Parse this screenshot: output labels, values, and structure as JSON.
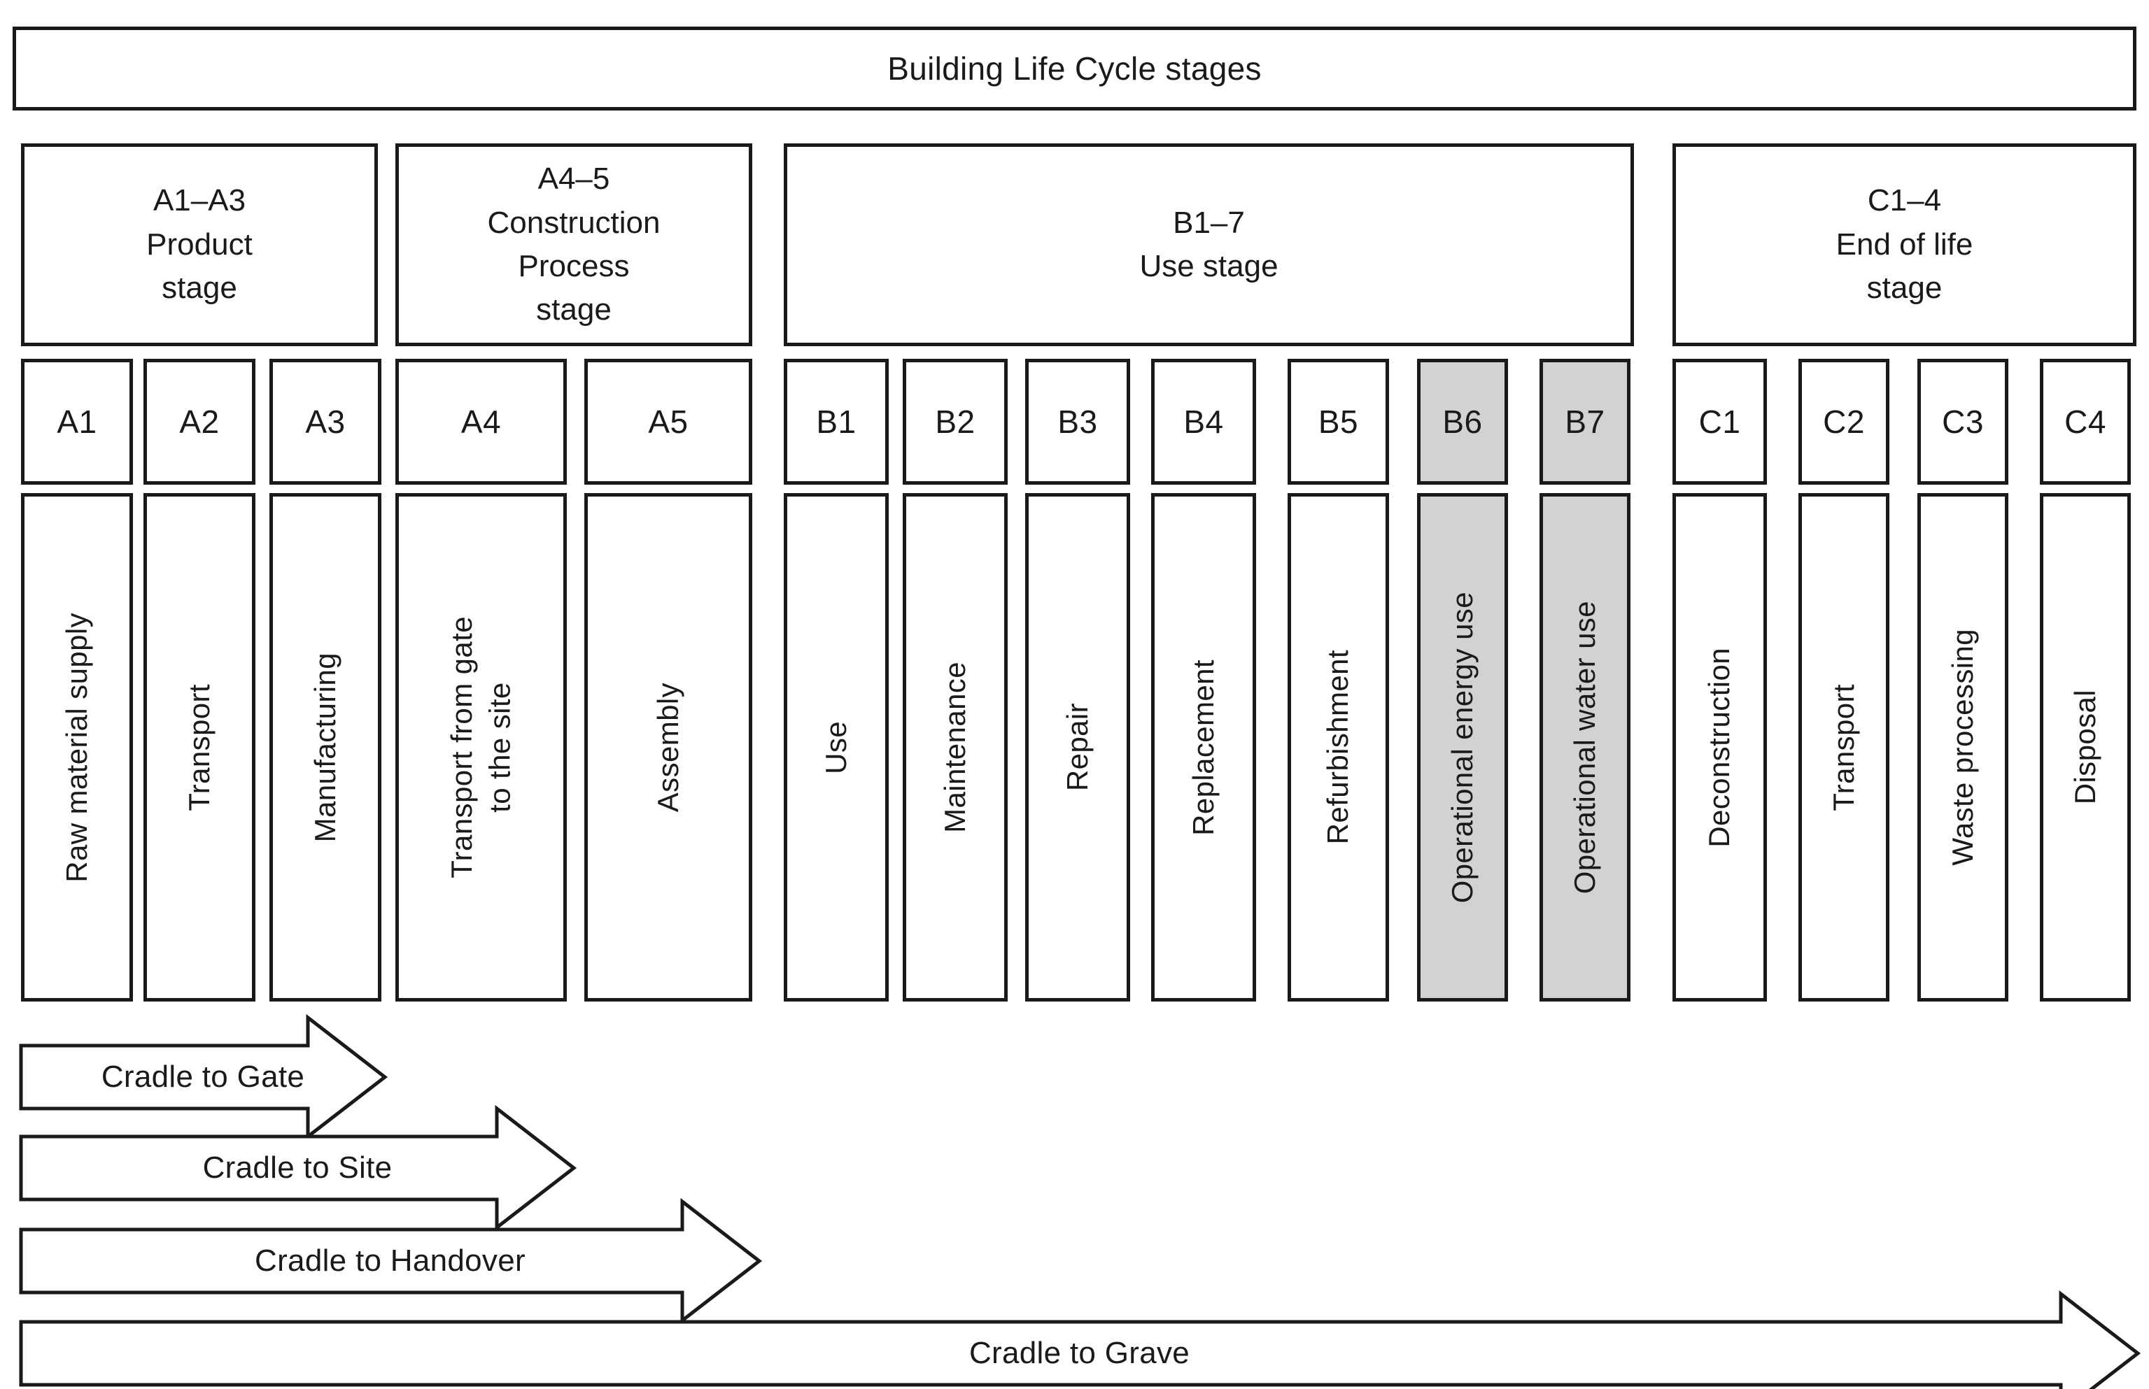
{
  "title": {
    "text": "Building Life Cycle stages"
  },
  "group_headers": [
    {
      "id": "a1-a3",
      "lines": [
        "A1–A3",
        "Product",
        "stage"
      ]
    },
    {
      "id": "a4-5",
      "lines": [
        "A4–5",
        "Construction",
        "Process",
        "stage"
      ]
    },
    {
      "id": "b1-7",
      "lines": [
        "B1–7",
        "Use stage"
      ]
    },
    {
      "id": "c1-4",
      "lines": [
        "C1–4",
        "End of life",
        "stage"
      ]
    }
  ],
  "stages": [
    {
      "code": "A1",
      "label": "Raw material supply",
      "shaded": false
    },
    {
      "code": "A2",
      "label": "Transport",
      "shaded": false
    },
    {
      "code": "A3",
      "label": "Manufacturing",
      "shaded": false
    },
    {
      "code": "A4",
      "label": "Transport from gate\nto the site",
      "shaded": false
    },
    {
      "code": "A5",
      "label": "Assembly",
      "shaded": false
    },
    {
      "code": "B1",
      "label": "Use",
      "shaded": false
    },
    {
      "code": "B2",
      "label": "Maintenance",
      "shaded": false
    },
    {
      "code": "B3",
      "label": "Repair",
      "shaded": false
    },
    {
      "code": "B4",
      "label": "Replacement",
      "shaded": false
    },
    {
      "code": "B5",
      "label": "Refurbishment",
      "shaded": false
    },
    {
      "code": "B6",
      "label": "Operational energy use",
      "shaded": true
    },
    {
      "code": "B7",
      "label": "Operational water use",
      "shaded": true
    },
    {
      "code": "C1",
      "label": "Deconstruction",
      "shaded": false
    },
    {
      "code": "C2",
      "label": "Transport",
      "shaded": false
    },
    {
      "code": "C3",
      "label": "Waste processing",
      "shaded": false
    },
    {
      "code": "C4",
      "label": "Disposal",
      "shaded": false
    }
  ],
  "scope_arrows": [
    {
      "id": "cradle-to-gate",
      "label": "Cradle to Gate"
    },
    {
      "id": "cradle-to-site",
      "label": "Cradle to Site"
    },
    {
      "id": "cradle-to-handover",
      "label": "Cradle to Handover"
    },
    {
      "id": "cradle-to-grave",
      "label": "Cradle to Grave"
    }
  ],
  "colors": {
    "line": "#1a1a1a",
    "shaded_fill": "#d2d2d2",
    "background": "#ffffff"
  }
}
